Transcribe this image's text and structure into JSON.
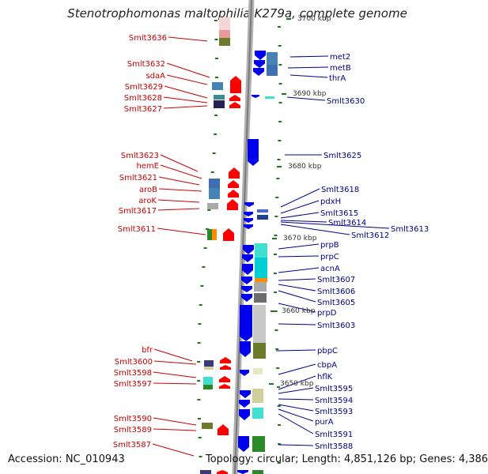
{
  "title": "Stenotrophomonas maltophilia K279a, complete genome",
  "accession_text": "Accession: NC_010943",
  "topology_text": "Topology: circular; Length: 4,851,126 bp; Genes: 4,386",
  "scale_labels": [
    "3700 kbp",
    "3690 kbp",
    "3680 kbp",
    "3670 kbp",
    "3660 kbp",
    "3650 kbp"
  ],
  "left_genes": [
    "Smlt3636",
    "Smlt3632",
    "sdaA",
    "Smlt3629",
    "Smlt3628",
    "Smlt3627",
    "Smlt3623",
    "hemE",
    "Smlt3621",
    "aroB",
    "aroK",
    "Smlt3617",
    "Smlt3611",
    "bfr",
    "Smlt3600",
    "Smlt3598",
    "Smlt3597",
    "Smlt3590",
    "Smlt3589",
    "Smlt3587"
  ],
  "right_genes": [
    "met2",
    "metB",
    "thrA",
    "Smlt3630",
    "Smlt3625",
    "Smlt3618",
    "pdxH",
    "Smlt3615",
    "Smlt3614",
    "Smlt3613",
    "Smlt3612",
    "prpB",
    "prpC",
    "acnA",
    "Smlt3607",
    "Smlt3606",
    "Smlt3605",
    "prpD",
    "Smlt3603",
    "pbpC",
    "cbpA",
    "hflK",
    "Smlt3595",
    "Smlt3594",
    "Smlt3593",
    "purA",
    "Smlt3591",
    "Smlt3588"
  ],
  "colors": {
    "reverse_label": "#cc0000",
    "forward_label": "#00008b",
    "reverse_arrow": "#ff0000",
    "forward_arrow": "#0000ee",
    "backbone": "#999999",
    "tick": "#1a7a1a"
  }
}
